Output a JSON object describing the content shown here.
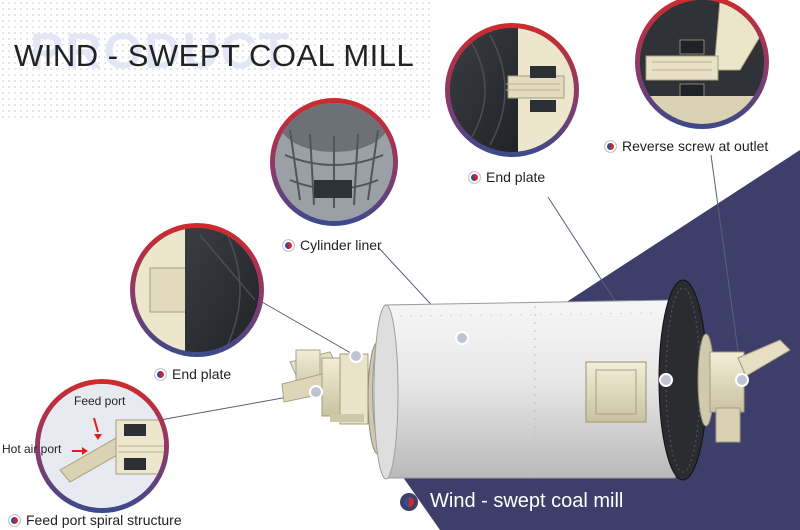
{
  "header": {
    "ghost_word": "PRODUCT",
    "title": "WIND - SWEPT COAL MILL"
  },
  "callouts": {
    "cylinder_liner": "Cylinder liner",
    "end_plate_top": "End plate",
    "reverse_screw": "Reverse screw at outlet",
    "end_plate_left": "End plate",
    "feed_port_spiral": "Feed port spiral structure",
    "feed_port": "Feed port",
    "hot_air_port": "Hot air port"
  },
  "machine_label": "Wind - swept coal mill",
  "colors": {
    "ring_red": "#d12a2a",
    "ring_blue": "#3a4a8c",
    "band_navy": "#3d3f6a",
    "accent_red": "#e01e1e"
  }
}
